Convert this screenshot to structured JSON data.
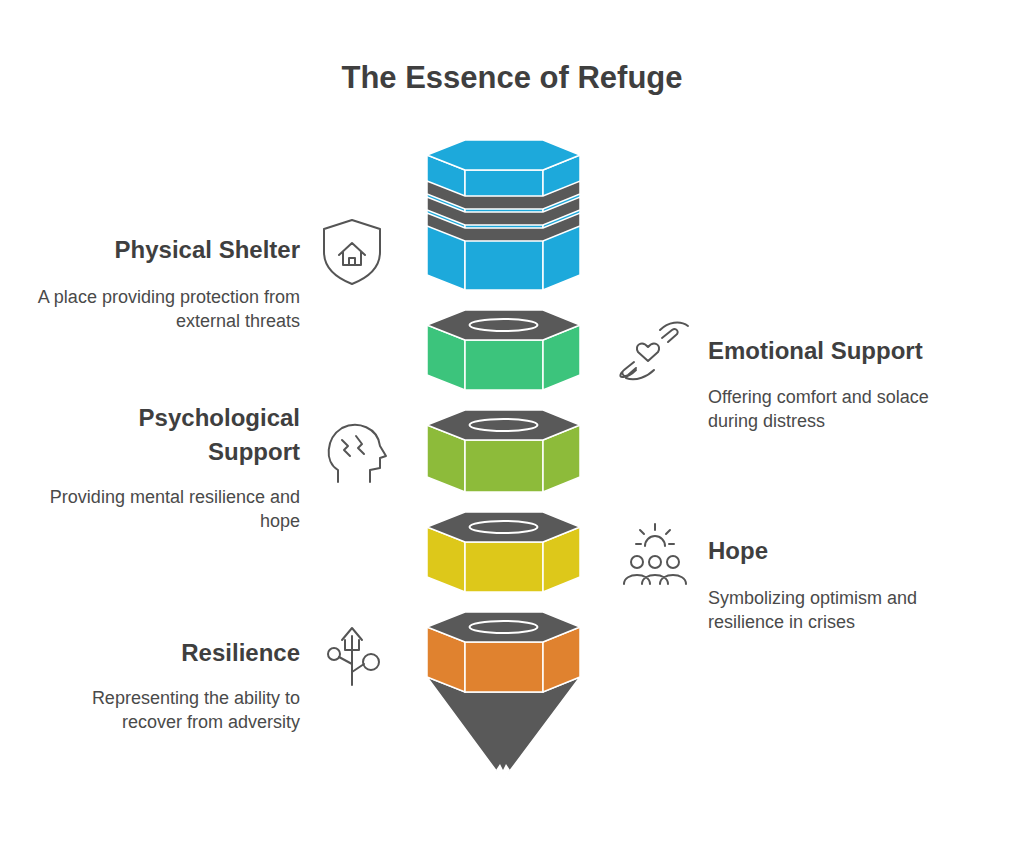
{
  "diagram": {
    "title": "The Essence of Refuge",
    "nodes": [
      {
        "text": [
          "Physical Shelter",
          "A place providing protection from external threats"
        ]
      },
      {
        "text": [
          "Emotional Support",
          "Offering comfort and solace during distress"
        ]
      },
      {
        "text": [
          "Psychological Support",
          "Providing mental resilience and hope"
        ]
      },
      {
        "text": [
          "Hope",
          "Symbolizing optimism and resilience in crises"
        ]
      },
      {
        "text": [
          "Resilience",
          "Representing the ability to recover from adversity"
        ]
      }
    ]
  }
}
